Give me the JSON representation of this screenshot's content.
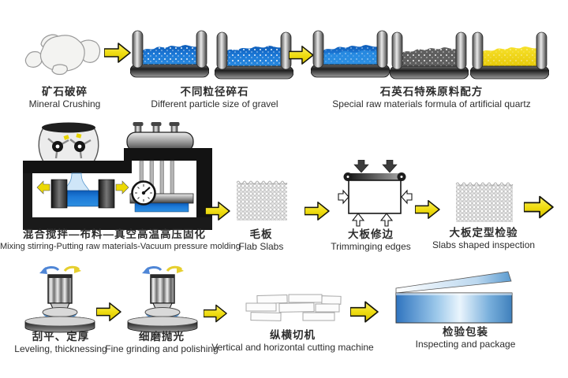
{
  "diagram": {
    "kind": "process-flow",
    "rows": 3,
    "stations": {
      "mineral_crushing": {
        "zh": "矿石破碎",
        "en": "Mineral Crushing"
      },
      "gravel": {
        "zh": "不同粒径碎石",
        "en": "Different particle size of gravel"
      },
      "formula": {
        "zh": "石英石特殊原料配方",
        "en": "Special raw materials formula of artificial quartz"
      },
      "mixing": {
        "zh": "混合搅拌—布料—真空高温高压固化",
        "en": "Mixing stirring-Putting raw materials-Vacuum pressure molding"
      },
      "flab_slabs": {
        "zh": "毛板",
        "en": "Flab Slabs"
      },
      "trimming": {
        "zh": "大板修边",
        "en": "Trimminging edges"
      },
      "inspection": {
        "zh": "大板定型检验",
        "en": "Slabs shaped inspection"
      },
      "leveling": {
        "zh": "刮平、定厚",
        "en": "Leveling, thicknessing"
      },
      "grinding": {
        "zh": "细磨抛光",
        "en": "Fine grinding and polishing"
      },
      "cutting": {
        "zh": "纵横切机",
        "en": "Vertical and horizontal cutting machine"
      },
      "packaging": {
        "zh": "检验包装",
        "en": "Inspecting and package"
      }
    },
    "colors": {
      "arrow_yellow": "#f0dd12",
      "material_blue": "#1d7ad8",
      "material_gray": "#616161",
      "material_yellow": "#f2d50a",
      "slab_blue": "#3b7fc4",
      "text": "#2d2d2d",
      "background": "#ffffff"
    }
  }
}
